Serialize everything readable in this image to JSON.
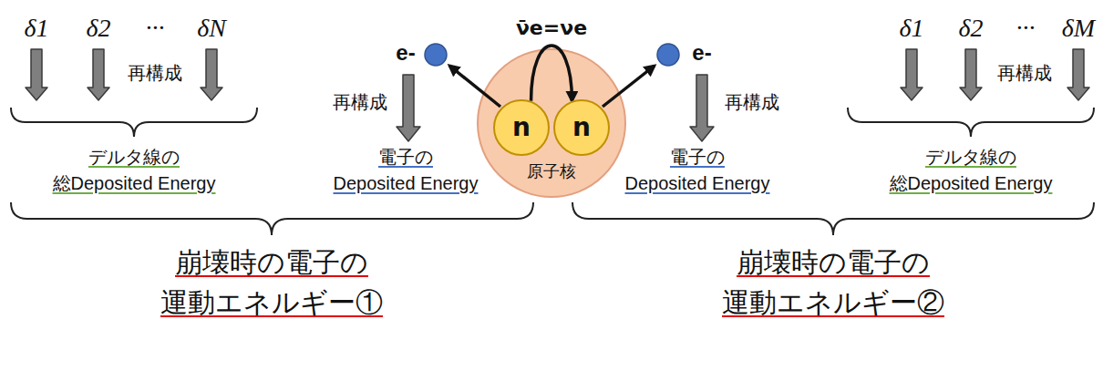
{
  "diagram": {
    "nodes": [
      {
        "text": [
          "原子核"
        ]
      },
      {
        "text": [
          "n"
        ],
        "in": 0
      },
      {
        "text": [
          "n"
        ],
        "in": 0
      }
    ],
    "edges": [
      {
        "from": 1,
        "to": 2,
        "arrow": "to",
        "label": "ν̄e=νe"
      }
    ],
    "labels": [
      "δ1",
      "δ2",
      "···",
      "δN",
      "再構成",
      "デルタ線の 総Deposited Energy",
      "e-",
      "再構成",
      "電子の Deposited Energy",
      "崩壊時の電子の 運動エネルギー①",
      "e-",
      "再構成",
      "電子の Deposited Energy",
      "δ1",
      "δ2",
      "···",
      "δM",
      "再構成",
      "デルタ線の 総Deposited Energy",
      "崩壊時の電子の 運動エネルギー②"
    ]
  }
}
